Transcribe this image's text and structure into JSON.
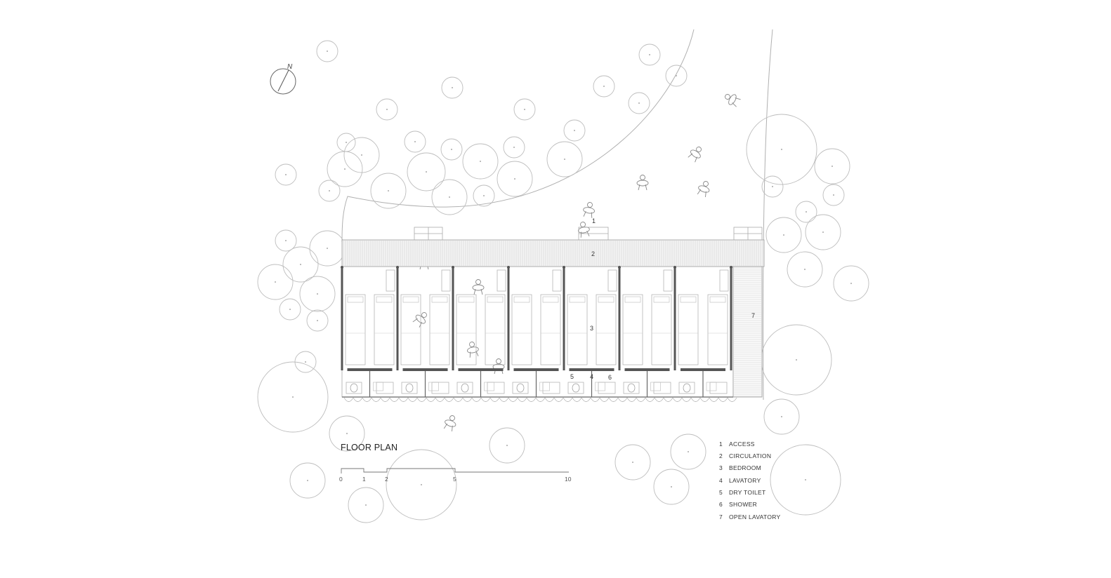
{
  "drawing": {
    "title": "FLOOR PLAN",
    "north_label": "N",
    "north_icon": "compass-icon"
  },
  "scale_bar": {
    "ticks": [
      "0",
      "1",
      "2",
      "5",
      "10"
    ]
  },
  "room_tags": [
    {
      "id": "access",
      "label": "1"
    },
    {
      "id": "circulation",
      "label": "2"
    },
    {
      "id": "bedroom",
      "label": "3"
    },
    {
      "id": "lavatory",
      "label": "4"
    },
    {
      "id": "dry-toilet",
      "label": "5"
    },
    {
      "id": "shower",
      "label": "6"
    },
    {
      "id": "open-lavatory",
      "label": "7"
    }
  ],
  "legend": [
    {
      "num": "1",
      "text": "ACCESS"
    },
    {
      "num": "2",
      "text": "CIRCULATION"
    },
    {
      "num": "3",
      "text": "BEDROOM"
    },
    {
      "num": "4",
      "text": "LAVATORY"
    },
    {
      "num": "5",
      "text": "DRY TOILET"
    },
    {
      "num": "6",
      "text": "SHOWER"
    },
    {
      "num": "7",
      "text": "OPEN LAVATORY"
    }
  ],
  "colors": {
    "line": "#9a9a9a",
    "tree": "#b5b5b5",
    "wall": "#555555",
    "ink": "#222222"
  }
}
